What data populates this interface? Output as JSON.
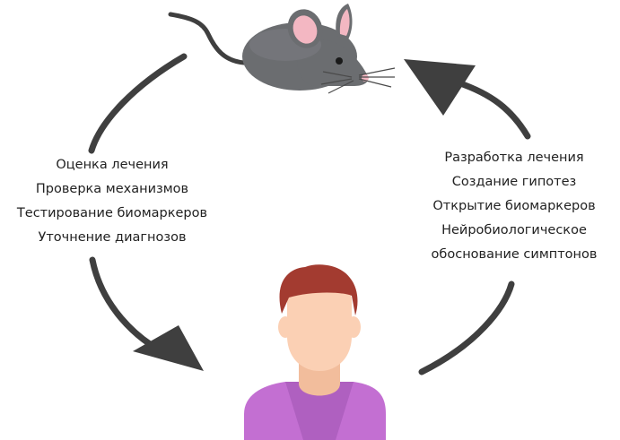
{
  "left_labels": [
    "Оценка лечения",
    "Проверка механизмов",
    "Тестирование биомаркеров",
    "Уточнение диагнозов"
  ],
  "right_labels": [
    "Разработка лечения",
    "Создание гипотез",
    "Открытие биомаркеров",
    "Нейробиологическое",
    "обоснование симптонов"
  ],
  "icons": [
    "mouse-icon",
    "person-icon",
    "cycle-arrow-icon"
  ],
  "colors": {
    "arrow": "#3f3f3f",
    "mouse_body": "#6b6d70",
    "mouse_ear_inner": "#f3b7c2",
    "person_skin": "#fbd0b4",
    "person_hair": "#a33b30",
    "person_shirt": "#c36fd2"
  }
}
